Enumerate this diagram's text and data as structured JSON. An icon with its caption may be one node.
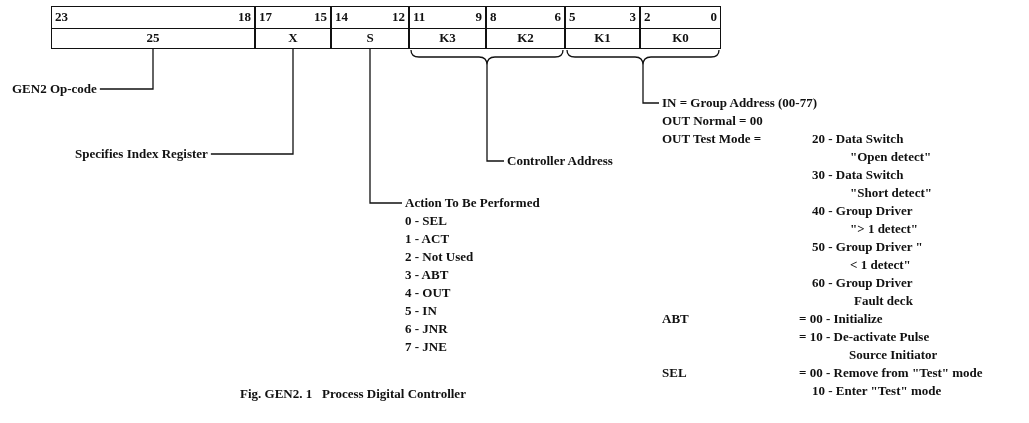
{
  "diagram": {
    "caption": "Fig. GEN2. 1   Process Digital Controller",
    "nodes": [
      {
        "text": [
          "23",
          "18"
        ]
      },
      {
        "text": [
          "17",
          "15"
        ]
      },
      {
        "text": [
          "14",
          "12"
        ]
      },
      {
        "text": [
          "11",
          "9"
        ]
      },
      {
        "text": [
          "8",
          "6"
        ]
      },
      {
        "text": [
          "5",
          "3"
        ]
      },
      {
        "text": [
          "2",
          "0"
        ]
      },
      {
        "text": [
          "25"
        ]
      },
      {
        "text": [
          "X"
        ]
      },
      {
        "text": [
          "S"
        ]
      },
      {
        "text": [
          "K3"
        ]
      },
      {
        "text": [
          "K2"
        ]
      },
      {
        "text": [
          "K1"
        ]
      },
      {
        "text": [
          "K0"
        ]
      },
      {
        "text": [
          "GEN2 Op-code"
        ]
      },
      {
        "text": [
          "Specifies Index Register"
        ]
      },
      {
        "text": [
          "Controller Address"
        ]
      },
      {
        "text": [
          "Action To Be Performed",
          "0 - SEL",
          "1 - ACT",
          "2 - Not Used",
          "3 - ABT",
          "4 - OUT",
          "5 - IN",
          "6 - JNR",
          "7 - JNE"
        ]
      },
      {
        "text": [
          "IN = Group Address (00-77)",
          "OUT Normal = 00",
          "OUT Test Mode =",
          "20 - Data Switch \"Open detect\"",
          "30 - Data Switch \"Short detect\"",
          "40 - Group Driver \"> 1 detect\"",
          "50 - Group Driver \"< 1 detect\"",
          "60 - Group Driver Fault deck",
          "ABT",
          "= 00 - Initialize",
          "= 10 - De-activate Pulse Source Initiator",
          "SEL",
          "= 00 - Remove from \"Test\" mode",
          "10 - Enter \"Test\" mode"
        ]
      }
    ],
    "edges": [
      {
        "from": 14,
        "to": 7,
        "arrow": "none"
      },
      {
        "from": 15,
        "to": 8,
        "arrow": "none"
      },
      {
        "from": 17,
        "to": 9,
        "arrow": "none"
      },
      {
        "from": 16,
        "to": 10,
        "arrow": "none"
      },
      {
        "from": 16,
        "to": 11,
        "arrow": "none"
      },
      {
        "from": 18,
        "to": 12,
        "arrow": "none"
      },
      {
        "from": 18,
        "to": 13,
        "arrow": "none"
      }
    ]
  }
}
